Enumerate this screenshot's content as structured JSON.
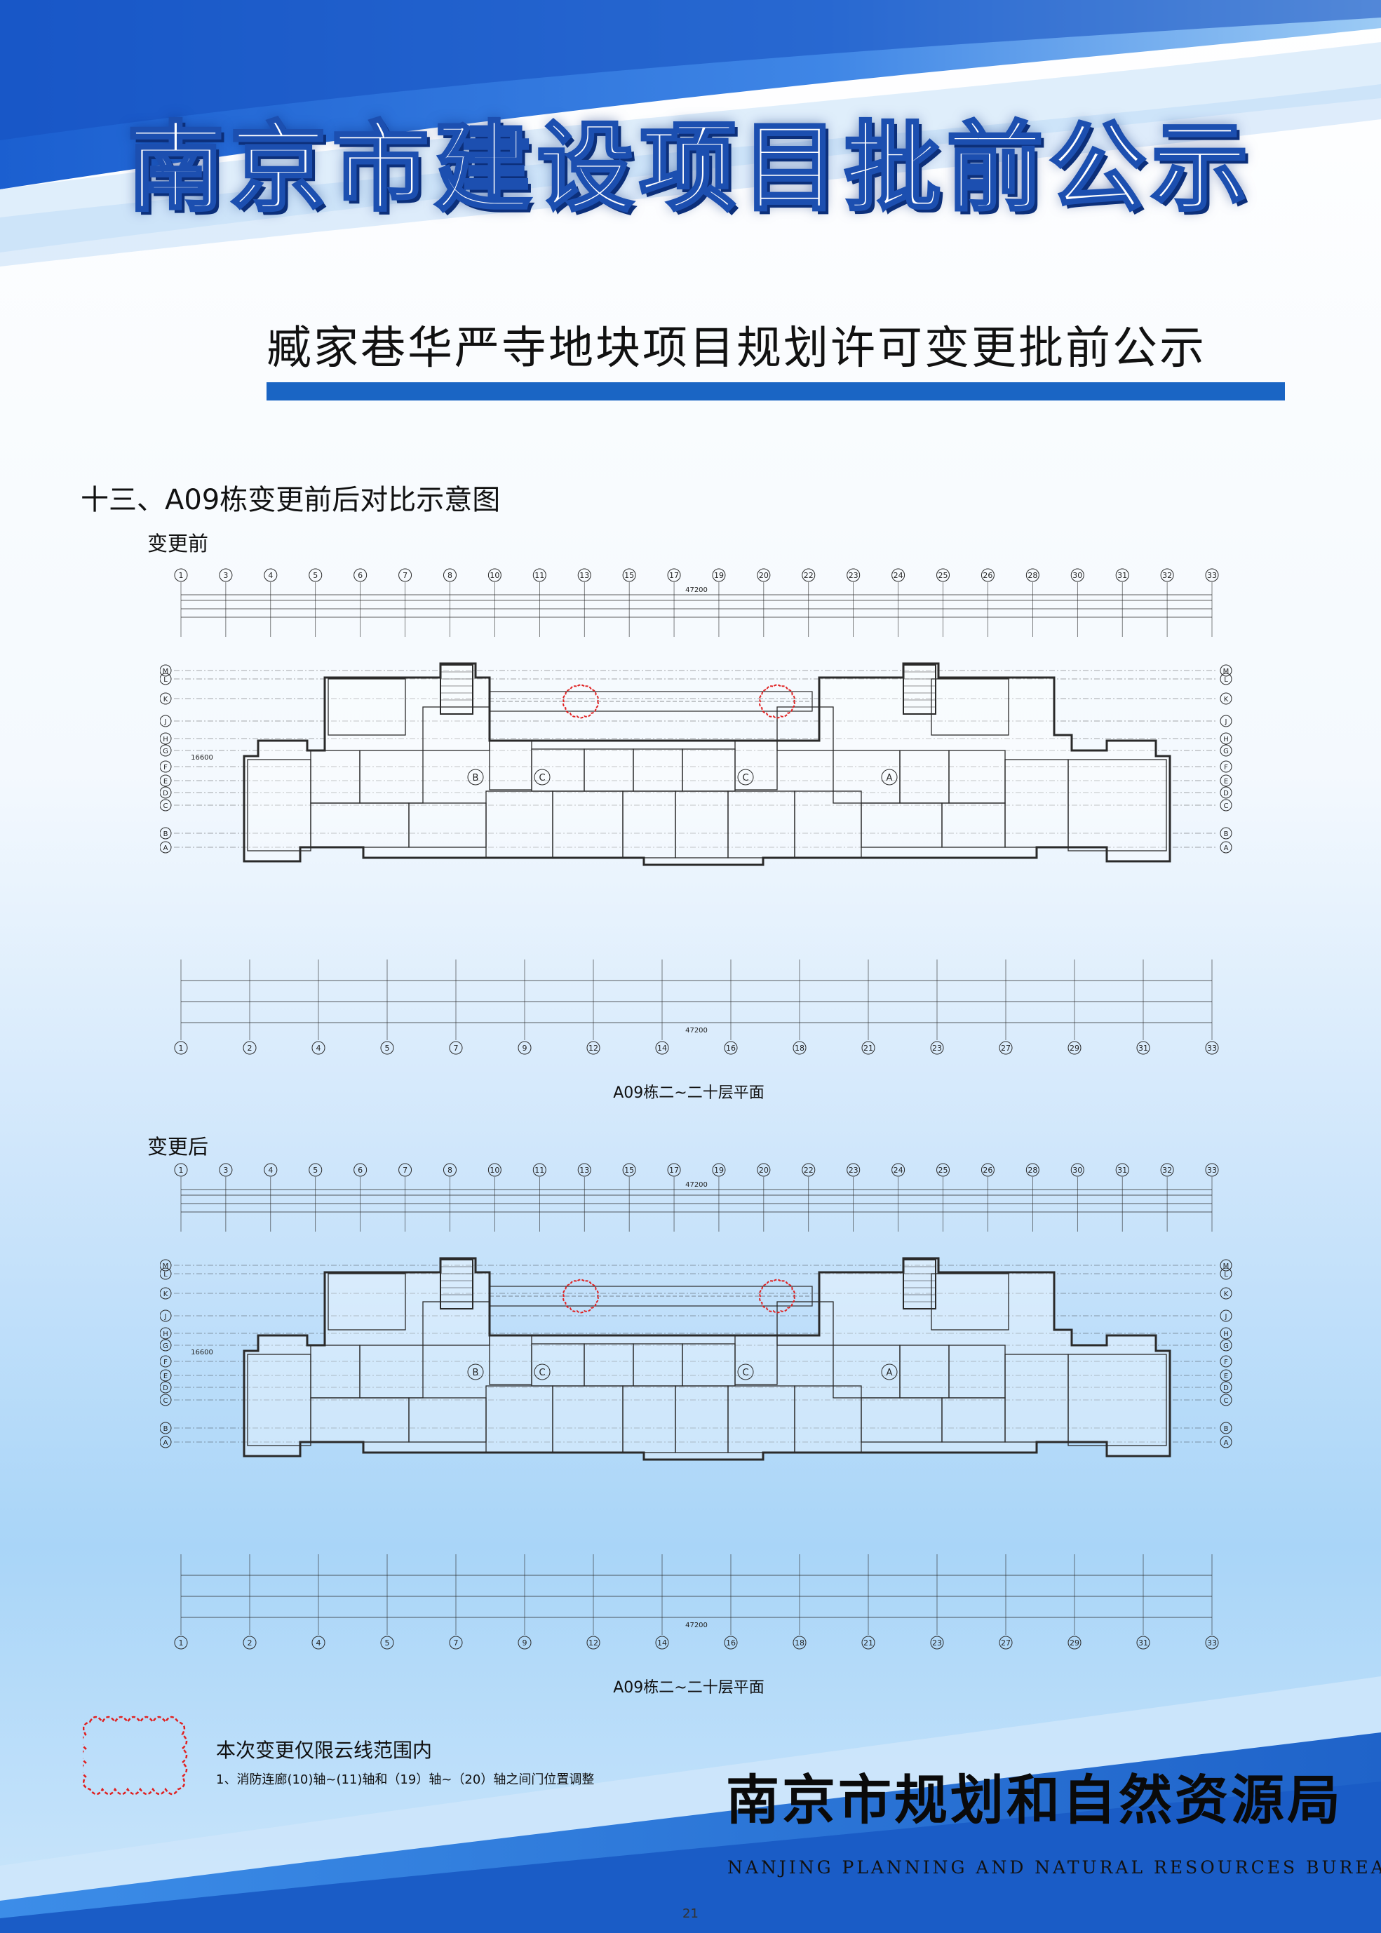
{
  "header": {
    "banner_title": "南京市建设项目批前公示",
    "subtitle": "臧家巷华严寺地块项目规划许可变更批前公示"
  },
  "section": {
    "title": "十三、A09栋变更前后对比示意图"
  },
  "plans": [
    {
      "label": "变更前",
      "caption": "A09栋二~二十层平面",
      "total_dim": "47200",
      "depth_dim": "16600"
    },
    {
      "label": "变更后",
      "caption": "A09栋二~二十层平面",
      "total_dim": "47200",
      "depth_dim": "16600"
    }
  ],
  "axis_labels": {
    "top": [
      "1",
      "3",
      "4",
      "5",
      "6",
      "7",
      "8",
      "10",
      "11",
      "13",
      "15",
      "17",
      "19",
      "20",
      "22",
      "23",
      "24",
      "25",
      "26",
      "28",
      "30",
      "31",
      "32",
      "33"
    ],
    "bottom": [
      "1",
      "2",
      "4",
      "5",
      "7",
      "9",
      "12",
      "14",
      "16",
      "18",
      "21",
      "23",
      "27",
      "29",
      "31",
      "33"
    ],
    "left": [
      "M",
      "L",
      "K",
      "J",
      "H",
      "G",
      "F",
      "E",
      "D",
      "C",
      "B",
      "A"
    ],
    "zone": [
      "B",
      "C",
      "C",
      "A"
    ]
  },
  "legend": {
    "main": "本次变更仅限云线范围内",
    "note": "1、消防连廊(10)轴~(11)轴和（19）轴~（20）轴之间门位置调整"
  },
  "footer": {
    "bureau_cn": "南京市规划和自然资源局",
    "bureau_en": "NANJING PLANNING AND NATURAL RESOURCES BUREAU",
    "page_number": "21"
  },
  "colors": {
    "title_stroke": "#1c4fb0",
    "accent_bar": "#1a65c4",
    "revision_cloud": "#e02020",
    "drawing_line": "#2a2a2a"
  }
}
